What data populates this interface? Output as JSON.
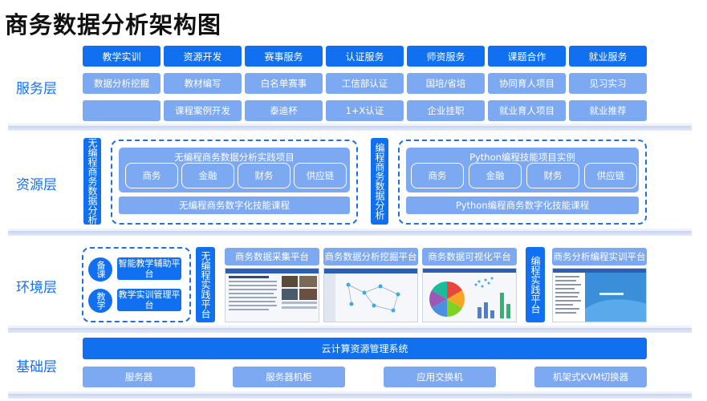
{
  "title": "商务数据分析架构图",
  "layers": {
    "service": "服务层",
    "resource": "资源层",
    "environment": "环境层",
    "foundation": "基础层"
  },
  "service": {
    "headers": [
      "教学实训",
      "资源开发",
      "赛事服务",
      "认证服务",
      "师资服务",
      "课题合作",
      "就业服务"
    ],
    "row2": [
      "数据分析挖掘",
      "教材编写",
      "白名单赛事",
      "工信部认证",
      "国培/省培",
      "协同育人项目",
      "见习实习"
    ],
    "row3": [
      "",
      "课程案例开发",
      "泰迪杯",
      "1+X认证",
      "企业挂职",
      "就业育人项目",
      "就业推荐"
    ]
  },
  "resource": {
    "left_label": "无编程商务数据分析",
    "left_title": "无编程商务数据分析实践项目",
    "left_items": [
      "商务",
      "金融",
      "财务",
      "供应链"
    ],
    "left_bar": "无编程商务数字化技能课程",
    "right_label": "编程商务数据分析",
    "right_title": "Python编程技能项目实例",
    "right_items": [
      "商务",
      "金融",
      "财务",
      "供应链"
    ],
    "right_bar": "Python编程商务数字化技能课程"
  },
  "environment": {
    "circle1": "备课",
    "platform1": "智能教学辅助平台",
    "circle2": "教学",
    "platform2": "教学实训管理平台",
    "nocode_label": "无编程实践平台",
    "shots": [
      "商务数据采集平台",
      "商务数据分析挖掘平台",
      "商务数据可视化平台"
    ],
    "code_label": "编程实践平台",
    "code_shot": "商务分析编程实训平台"
  },
  "foundation": {
    "main": "云计算资源管理系统",
    "items": [
      "服务器",
      "服务器机柜",
      "应用交换机",
      "机架式KVM切换器"
    ]
  },
  "colors": {
    "primary": "#1170f0",
    "secondary": "#7da8f2",
    "label": "#1a6ee8"
  }
}
